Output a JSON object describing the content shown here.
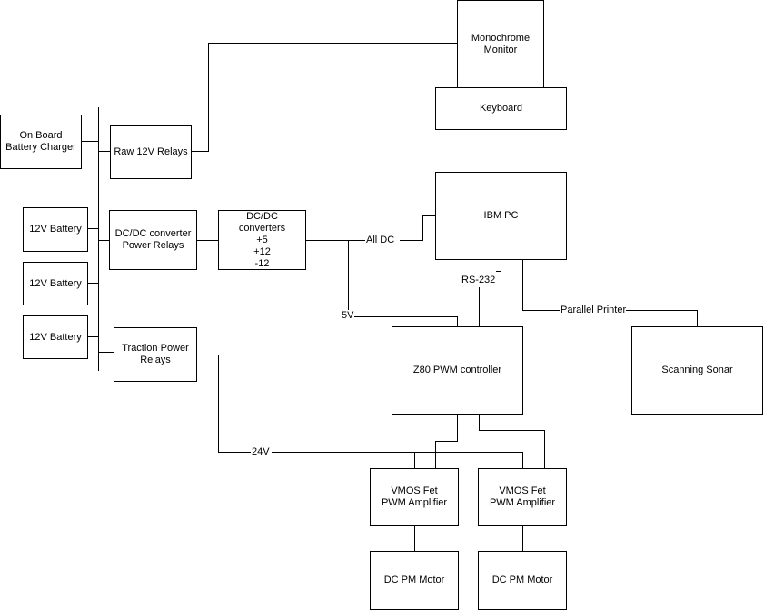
{
  "blocks": {
    "monitor": [
      "Monochrome",
      "Monitor"
    ],
    "keyboard": [
      "Keyboard"
    ],
    "charger": [
      "On Board",
      "Battery Charger"
    ],
    "raw_relays": [
      "Raw 12V Relays"
    ],
    "ibm_pc": [
      "IBM PC"
    ],
    "battery_1": [
      "12V Battery"
    ],
    "battery_2": [
      "12V Battery"
    ],
    "battery_3": [
      "12V Battery"
    ],
    "dcdc_relays": [
      "DC/DC converter",
      "Power Relays"
    ],
    "dcdc_converters": [
      "DC/DC",
      "converters",
      "+5",
      "+12",
      "-12"
    ],
    "traction_relays": [
      "Traction Power",
      "Relays"
    ],
    "z80": [
      "Z80 PWM controller"
    ],
    "sonar": [
      "Scanning Sonar"
    ],
    "amp_left": [
      "VMOS Fet",
      "PWM Amplifier"
    ],
    "amp_right": [
      "VMOS Fet",
      "PWM Amplifier"
    ],
    "motor_left": [
      "DC PM Motor"
    ],
    "motor_right": [
      "DC PM Motor"
    ]
  },
  "labels": {
    "all_dc": "All DC",
    "rs232": "RS-232",
    "five_v": "5V",
    "parallel_printer": "Parallel Printer",
    "twenty_four_v": "24V"
  }
}
